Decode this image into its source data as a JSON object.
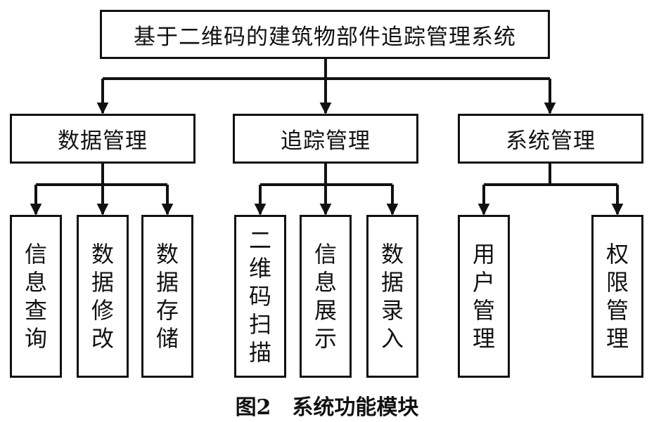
{
  "diagram": {
    "root": "基于二维码的建筑物部件追踪管理系统",
    "modules": [
      {
        "label": "数据管理",
        "children": [
          "信息查询",
          "数据修改",
          "数据存储"
        ]
      },
      {
        "label": "追踪管理",
        "children": [
          "二维码扫描",
          "信息展示",
          "数据录入"
        ]
      },
      {
        "label": "系统管理",
        "children": [
          "用户管理",
          "权限管理"
        ]
      }
    ]
  },
  "caption": "图2　系统功能模块"
}
